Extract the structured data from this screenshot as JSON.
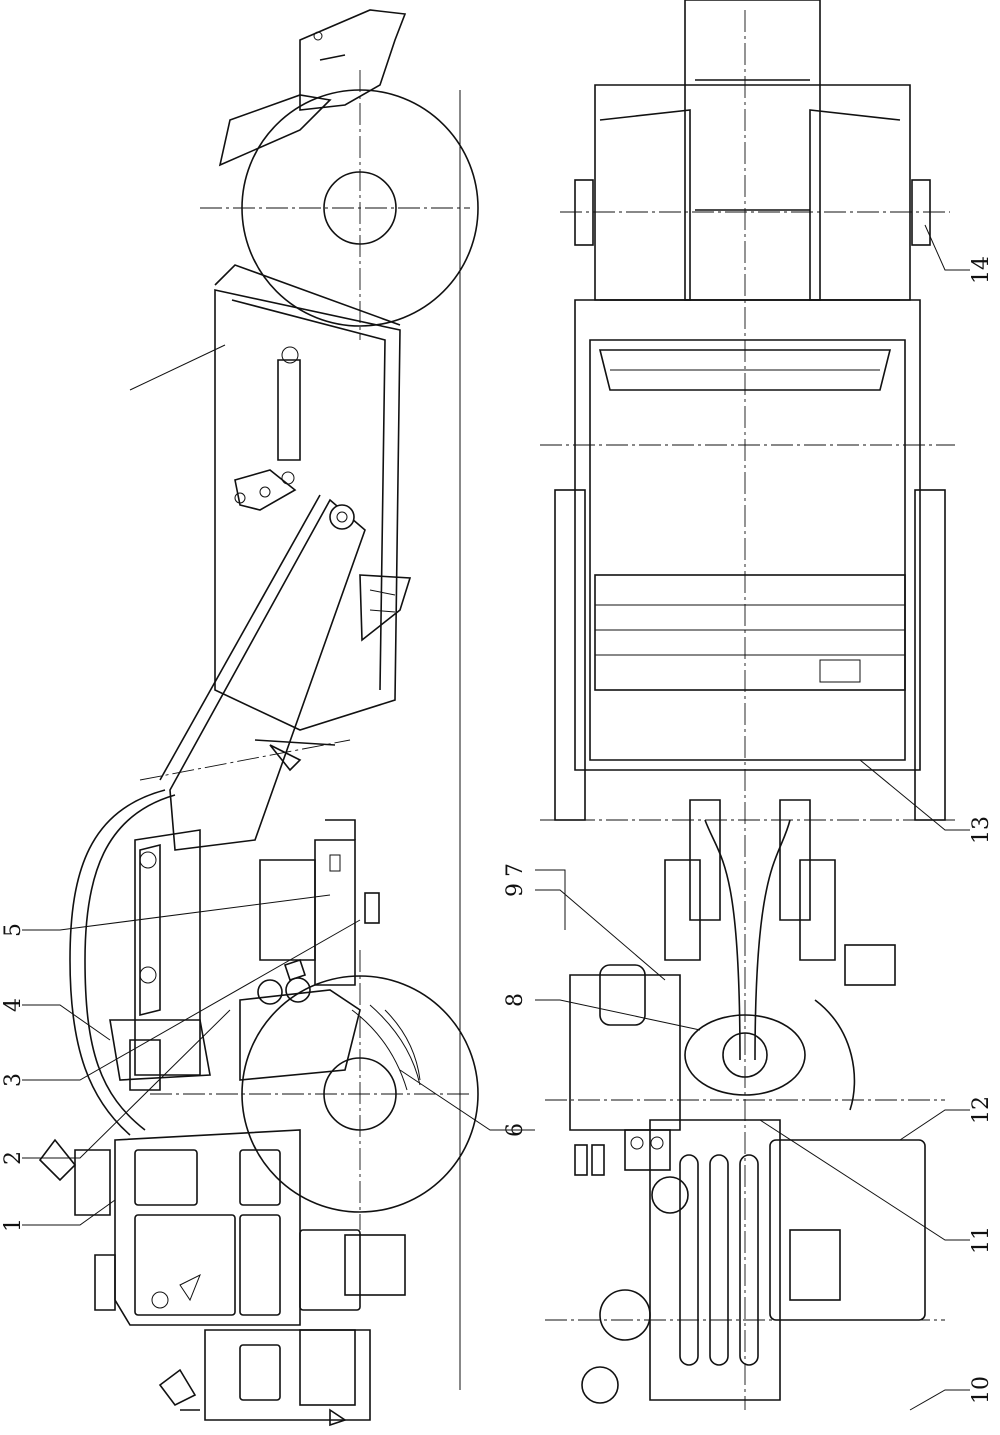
{
  "part_labels": [
    "1",
    "2",
    "3",
    "4",
    "5",
    "6",
    "7",
    "8",
    "9",
    "10",
    "11",
    "12",
    "13",
    "14"
  ],
  "colors": {
    "ink": "#111111",
    "paper": "#ffffff"
  }
}
